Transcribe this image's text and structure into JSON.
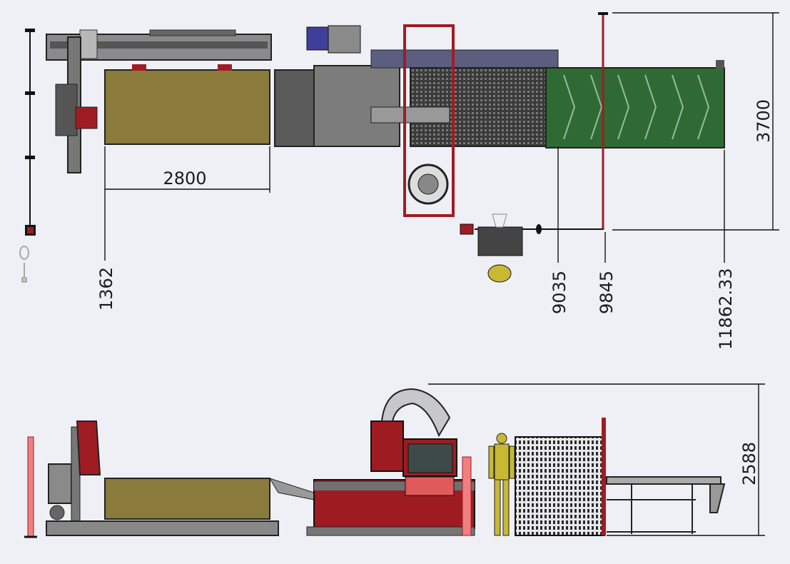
{
  "drawing": {
    "top_view": {
      "dimensions": {
        "width_board": "2800",
        "pos_1": "1362",
        "pos_2": "9035",
        "pos_3": "9845",
        "pos_4": "11862.33",
        "depth": "3700"
      },
      "origin_marker": "0"
    },
    "side_view": {
      "dimensions": {
        "height": "2588"
      }
    }
  },
  "colors": {
    "background": "#eef0f5",
    "machine_red": "#9e1b22",
    "board": "#8a7a3c",
    "conveyor_green": "#2f6a34",
    "frame_gray": "#6a6a6a",
    "operator_yellow": "#c8b834"
  }
}
